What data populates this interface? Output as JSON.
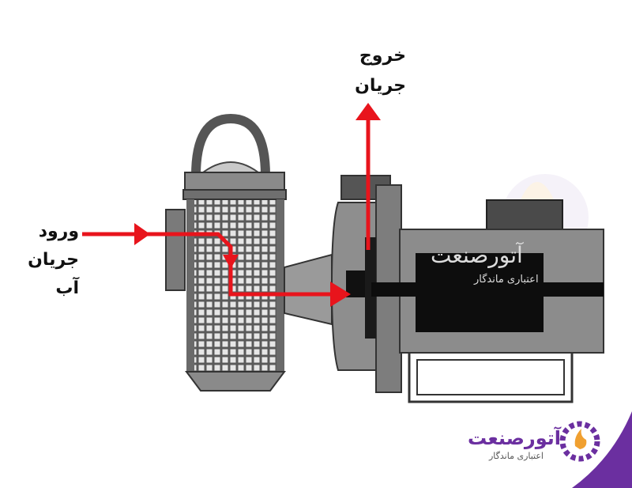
{
  "labels": {
    "inlet_line1": "ورود",
    "inlet_line2": "جریان",
    "inlet_line3": "آب",
    "outlet_line1": "خروج",
    "outlet_line2": "جریان"
  },
  "brand": {
    "name": "آتورصنعت",
    "tagline": "اعتباری ماندگار"
  },
  "colors": {
    "flow_arrow": "#e8141c",
    "machine_body": "#8c8c8c",
    "machine_dark": "#111111",
    "brand_purple": "#6b2fa0",
    "brand_orange": "#f0a030"
  },
  "icons": [
    "gear-logo-icon",
    "flame-icon"
  ]
}
